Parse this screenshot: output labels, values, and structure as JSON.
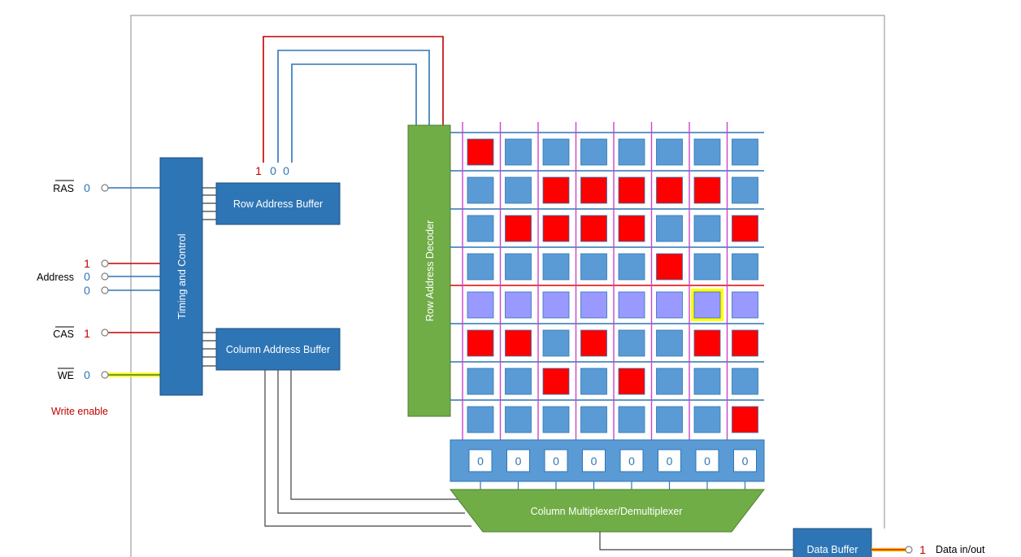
{
  "signals": {
    "ras": {
      "label": "RAS",
      "value": "0"
    },
    "address": {
      "label": "Address",
      "bits": [
        "1",
        "0",
        "0"
      ]
    },
    "cas": {
      "label": "CAS",
      "value": "1"
    },
    "we": {
      "label": "WE",
      "value": "0",
      "note": "Write enable"
    },
    "data": {
      "label": "Data in/out",
      "value": "1"
    }
  },
  "blocks": {
    "timing": "Timing and Control",
    "row_buffer": "Row Address Buffer",
    "row_buffer_bits": [
      "1",
      "0",
      "0"
    ],
    "col_buffer": "Column Address Buffer",
    "row_decoder": "Row Address Decoder",
    "column_mux": "Column Multiplexer/Demultiplexer",
    "data_buffer": "Data Buffer"
  },
  "memory_array": {
    "rows": [
      [
        1,
        0,
        0,
        0,
        0,
        0,
        0,
        0
      ],
      [
        0,
        0,
        1,
        1,
        1,
        1,
        1,
        0
      ],
      [
        0,
        1,
        1,
        1,
        1,
        0,
        0,
        1
      ],
      [
        0,
        0,
        0,
        0,
        0,
        1,
        0,
        0
      ],
      [
        2,
        2,
        2,
        2,
        2,
        2,
        2,
        2
      ],
      [
        1,
        1,
        0,
        1,
        0,
        0,
        1,
        1
      ],
      [
        0,
        0,
        1,
        0,
        1,
        0,
        0,
        0
      ],
      [
        0,
        0,
        0,
        0,
        0,
        0,
        0,
        1
      ]
    ],
    "selected_row": 4,
    "selected_col": 6,
    "sense_values": [
      "0",
      "0",
      "0",
      "0",
      "0",
      "0",
      "0",
      "0"
    ]
  },
  "colors": {
    "cell_zero": "#5b9bd5",
    "cell_one": "#ff0000",
    "cell_active": "#9999ff",
    "block_blue": "#2e75b6",
    "block_green": "#70ad47",
    "signal_red": "#c00000",
    "signal_blue": "#2e75b6",
    "wordline_blue": "#2e75b6",
    "wordline_red": "#e00000",
    "bitline": "#cc44cc",
    "highlight": "#ffff00",
    "wire_gray": "#404040"
  }
}
